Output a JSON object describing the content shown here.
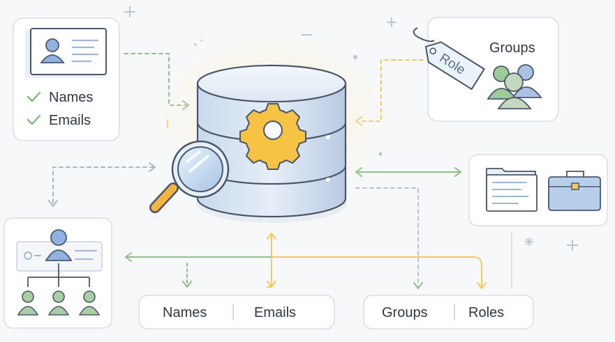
{
  "profile_card": {
    "items": [
      {
        "label": "Names",
        "icon": "check-icon"
      },
      {
        "label": "Emails",
        "icon": "check-icon"
      }
    ]
  },
  "groups_card": {
    "title": "Groups",
    "tag_label": "Role"
  },
  "bottom_left_pill": {
    "items": [
      "Names",
      "Emails"
    ]
  },
  "bottom_right_pill": {
    "items": [
      "Groups",
      "Roles"
    ]
  },
  "colors": {
    "green": "#8fbf8a",
    "yellow": "#f2c95c",
    "blue": "#9fb6d9",
    "gray": "#b8c2cf",
    "card_border": "#d8dde6"
  }
}
